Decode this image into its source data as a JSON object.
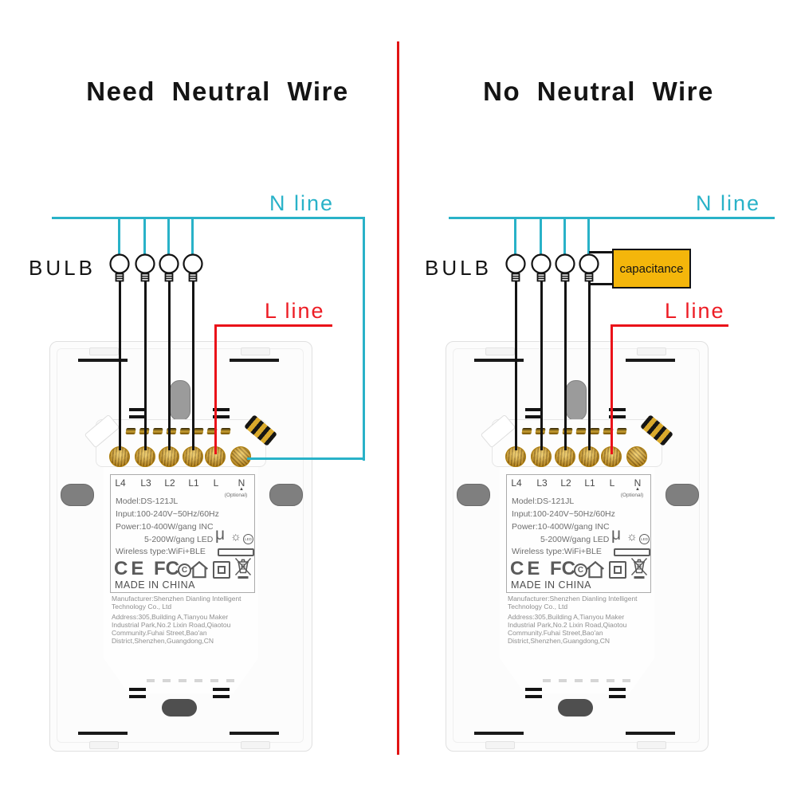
{
  "divider": {
    "color": "#e11414"
  },
  "colors": {
    "neutral_wire": "#29b2c8",
    "live_wire": "#ea1219",
    "load_wire": "#131313",
    "capacitance_fill": "#f4b60b"
  },
  "left_panel": {
    "title": "Need Neutral Wire",
    "n_line_label": "N line",
    "l_line_label": "L line",
    "bulb_label": "BULB"
  },
  "right_panel": {
    "title": "No Neutral Wire",
    "n_line_label": "N line",
    "l_line_label": "L line",
    "bulb_label": "BULB",
    "capacitance_label": "capacitance"
  },
  "device": {
    "terminals": [
      "L4",
      "L3",
      "L2",
      "L1",
      "L",
      "N"
    ],
    "optional_marker": "▲",
    "optional_label": "(Optional)",
    "model": "Model:DS-121JL",
    "input": "Input:100-240V~50Hz/60Hz",
    "power_line1": "Power:10-400W/gang INC",
    "power_line2": "5-200W/gang LED",
    "wireless": "Wireless type:WiFi+BLE",
    "micro_gap_symbol": "μ",
    "lamp_symbol": "☼",
    "led_badge": "LED",
    "ce_mark": "CE",
    "fcc_mark": "FC",
    "fcc_circle_c": "C",
    "made_in": "MADE IN CHINA",
    "manufacturer": "Manufacturer:Shenzhen Dianling Intelligent Technology Co., Ltd",
    "address": "Address:305,Building A,Tianyou Maker Industrial Park,No.2 Lixin Road,Qiaotou Community.Fuhai Street,Bao'an District,Shenzhen,Guangdong,CN"
  }
}
